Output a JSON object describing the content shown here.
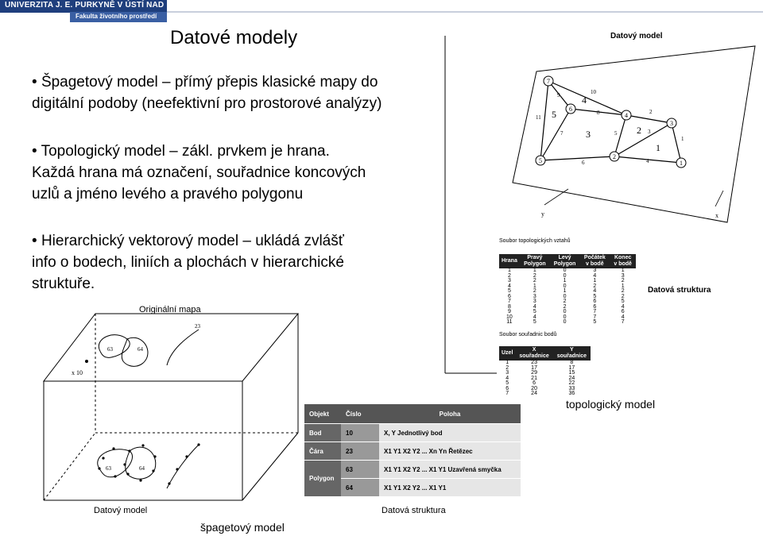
{
  "header": {
    "university": "UNIVERZITA J. E. PURKYNĚ V ÚSTÍ NAD LABEM",
    "faculty": "Fakulta životního prostředí"
  },
  "title": "Datové modely",
  "bullets": [
    {
      "lines": [
        "Špagetový model – přímý přepis klasické mapy do",
        "digitální podoby (neefektivní pro prostorové analýzy)"
      ]
    },
    {
      "lines": [
        "Topologický model – zákl. prvkem je hrana.",
        "Každá hrana má označení, souřadnice koncových",
        "uzlů a jméno levého a pravého polygonu"
      ]
    },
    {
      "lines": [
        "Hierarchický vektorový model – ukládá zvlášť",
        "info o bodech, liniích a plochách v hierarchické",
        "struktuře."
      ]
    }
  ],
  "topo_figure": {
    "model_label": "Datový model",
    "structure_label": "Datová struktura",
    "caption": "topologický model",
    "axis_x": "x",
    "axis_y": "y",
    "edges_title": "Soubor topologických vztahů",
    "edges_headers": [
      "Hrana",
      "Pravý Polygon",
      "Levý Polygon",
      "Počátek v bodě",
      "Konec v bodě"
    ],
    "edges_rows": [
      [
        "1",
        "1",
        "0",
        "3",
        "1"
      ],
      [
        "2",
        "2",
        "0",
        "4",
        "3"
      ],
      [
        "3",
        "2",
        "1",
        "1",
        "2"
      ],
      [
        "4",
        "1",
        "0",
        "2",
        "1"
      ],
      [
        "5",
        "2",
        "1",
        "4",
        "2"
      ],
      [
        "6",
        "3",
        "0",
        "5",
        "2"
      ],
      [
        "7",
        "3",
        "2",
        "6",
        "5"
      ],
      [
        "8",
        "4",
        "2",
        "6",
        "4"
      ],
      [
        "9",
        "5",
        "0",
        "7",
        "6"
      ],
      [
        "10",
        "4",
        "0",
        "7",
        "4"
      ],
      [
        "11",
        "5",
        "0",
        "5",
        "7"
      ]
    ],
    "points_title": "Soubor souřadnic bodů",
    "points_headers": [
      "Uzel",
      "X souřadnice",
      "Y souřadnice"
    ],
    "points_rows": [
      [
        "1",
        "23",
        "8"
      ],
      [
        "2",
        "17",
        "17"
      ],
      [
        "3",
        "29",
        "15"
      ],
      [
        "4",
        "21",
        "24"
      ],
      [
        "5",
        "6",
        "22"
      ],
      [
        "6",
        "20",
        "33"
      ],
      [
        "7",
        "24",
        "36"
      ]
    ],
    "node_labels": [
      "1",
      "2",
      "3",
      "4",
      "5",
      "6",
      "7"
    ],
    "edge_labels": [
      "1",
      "2",
      "3",
      "4",
      "5",
      "6",
      "7",
      "8",
      "9",
      "10",
      "11"
    ],
    "polygon_labels": [
      "1",
      "2",
      "3",
      "4",
      "5"
    ]
  },
  "spaghetti_figure": {
    "original_label": "Originální mapa",
    "model_label": "Datový model",
    "structure_label": "Datová struktura",
    "caption": "špagetový model",
    "map_labels": [
      "23",
      "63",
      "64"
    ],
    "axis_label": "x  10",
    "table_headers": [
      "Objekt",
      "Číslo",
      "Poloha"
    ],
    "table_rows": [
      [
        "Bod",
        "10",
        "X, Y Jednotlivý bod"
      ],
      [
        "Čára",
        "23",
        "X1 Y1 X2 Y2 ... Xn Yn Řetězec"
      ],
      [
        "Polygon",
        "63",
        "X1 Y1 X2 Y2 ... X1 Y1 Uzavřená smyčka"
      ],
      [
        "",
        "64",
        "X1 Y1 X2 Y2 ... X1 Y1"
      ]
    ]
  }
}
